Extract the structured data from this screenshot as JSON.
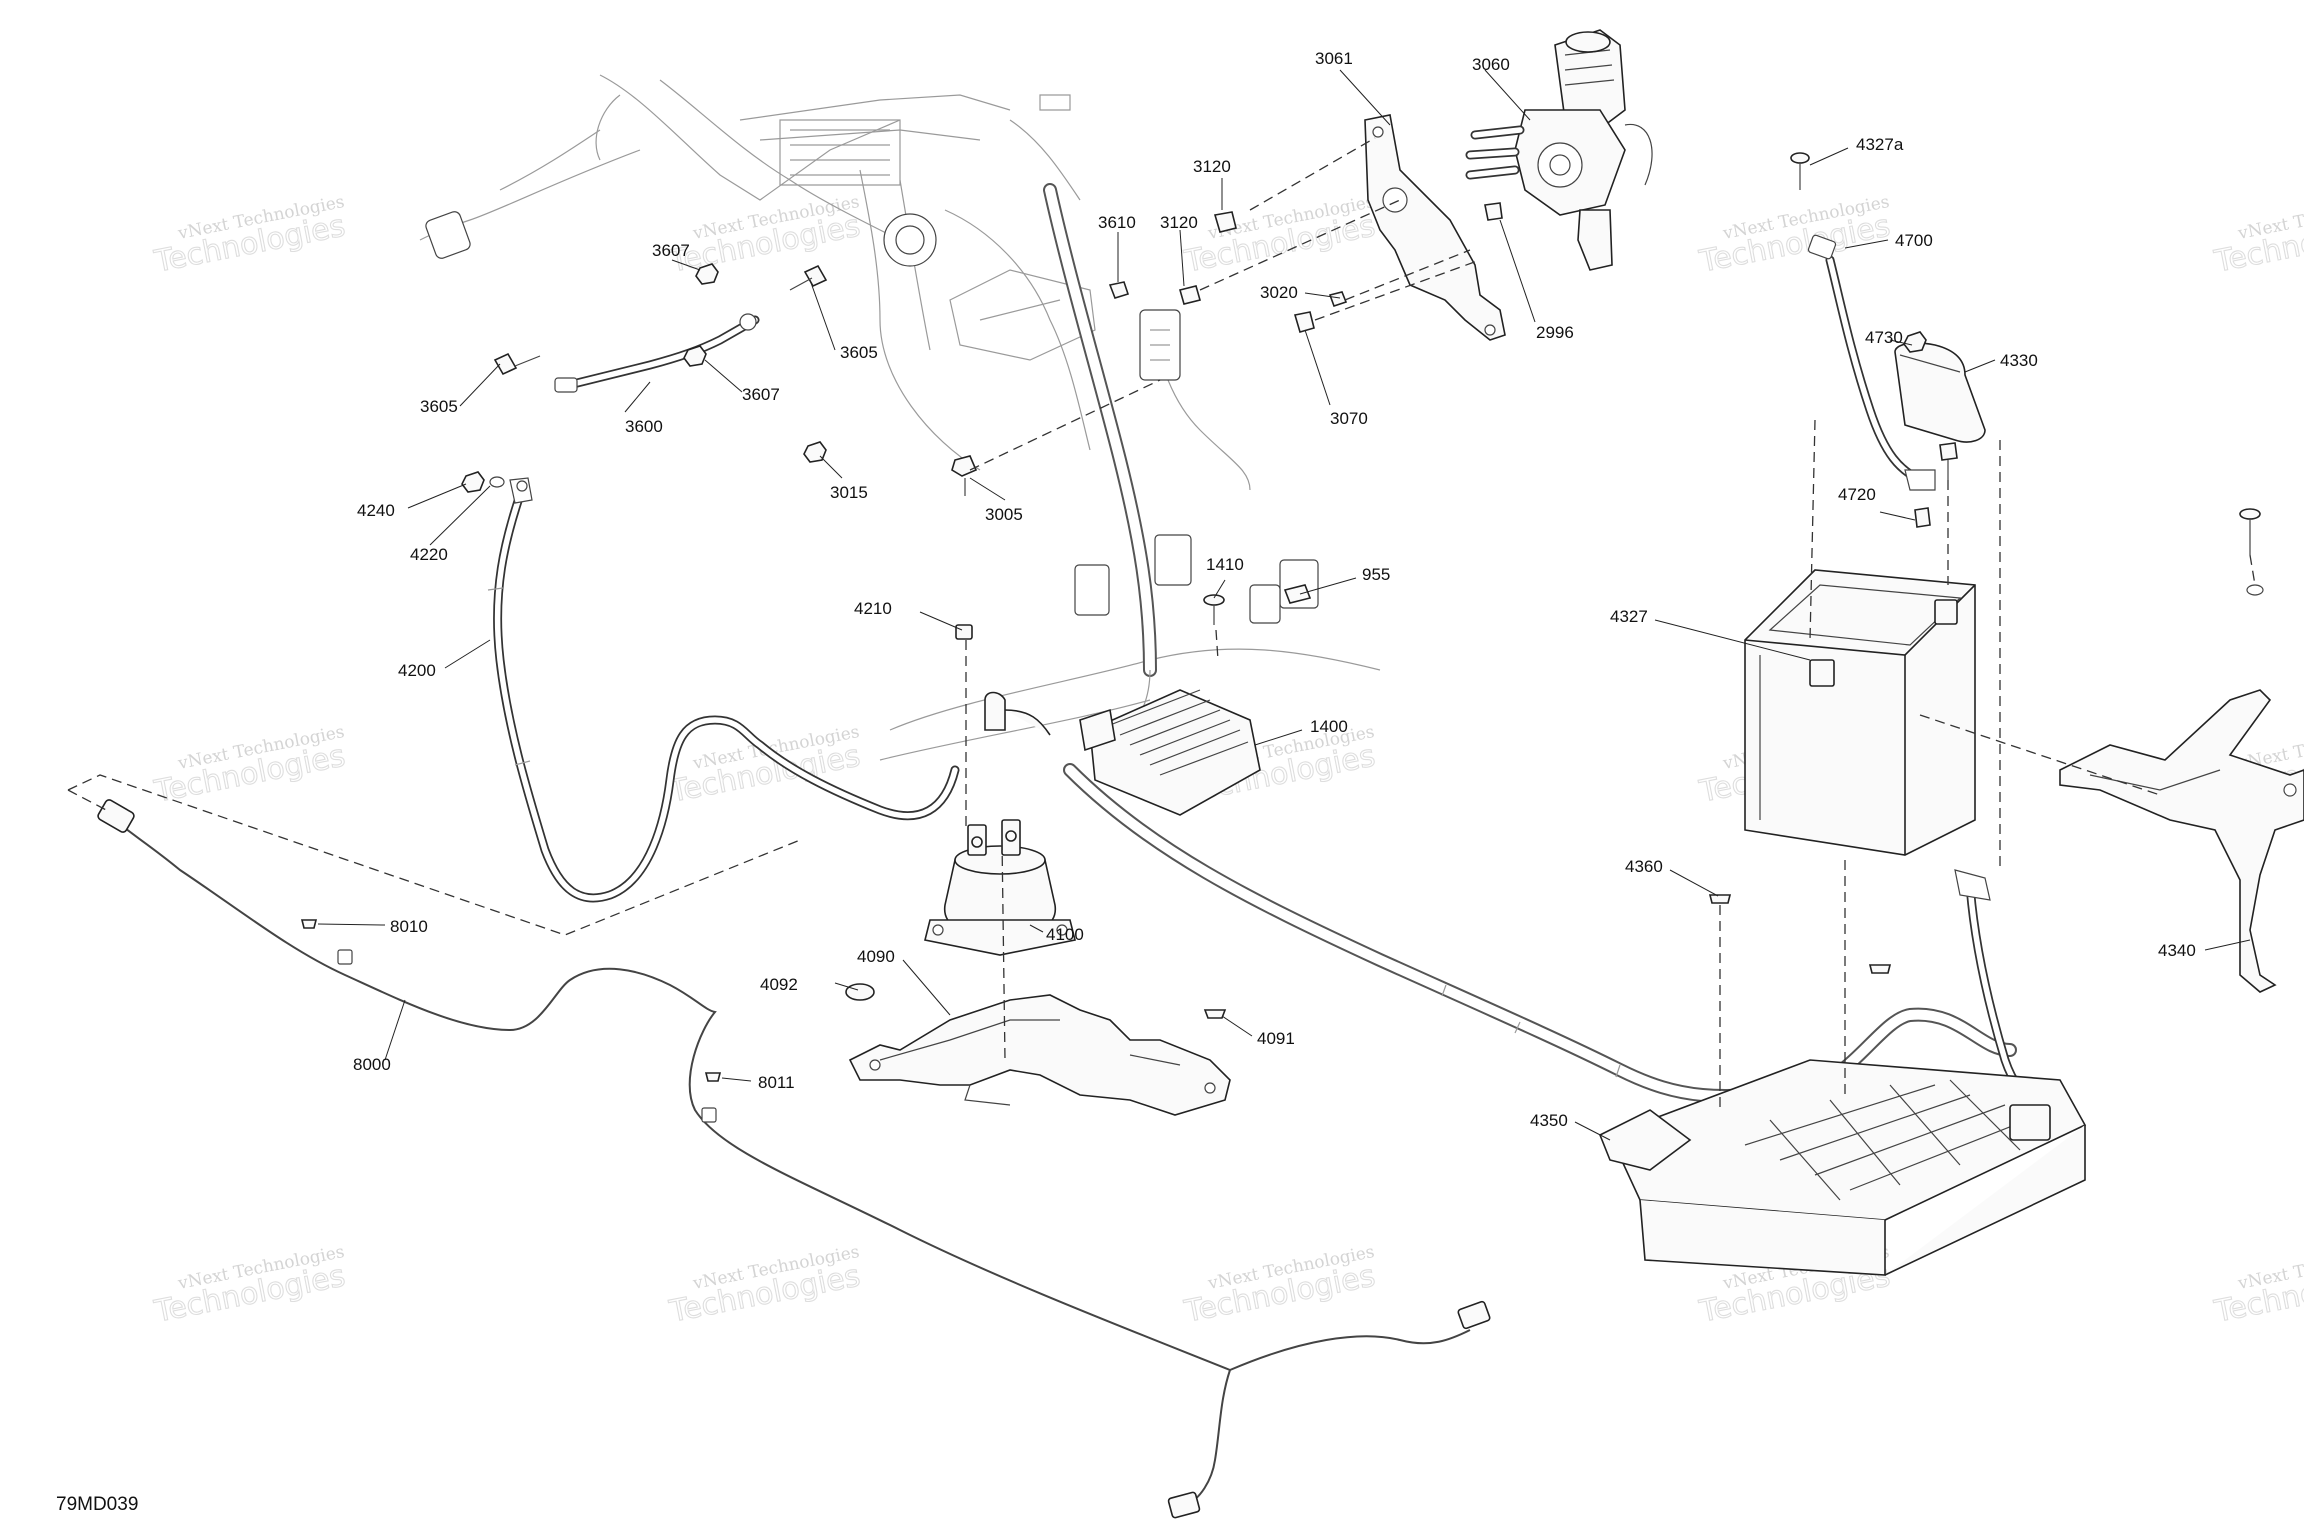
{
  "diagram": {
    "code": "79MD039",
    "watermark": {
      "line1": "vNext Technologies",
      "line2": "vNext",
      "line3": "Technologies"
    },
    "callouts": [
      "3061",
      "3060",
      "4327a",
      "3120",
      "3610",
      "3120",
      "4700",
      "3607",
      "3020",
      "2996",
      "3605",
      "4730",
      "4330",
      "3070",
      "3605",
      "3607",
      "3600",
      "3015",
      "3005",
      "4240",
      "4720",
      "4220",
      "1410",
      "955",
      "4327",
      "4210",
      "4200",
      "1400",
      "4360",
      "8010",
      "4100",
      "4092",
      "4090",
      "4091",
      "4340",
      "8000",
      "8011",
      "4350"
    ]
  }
}
